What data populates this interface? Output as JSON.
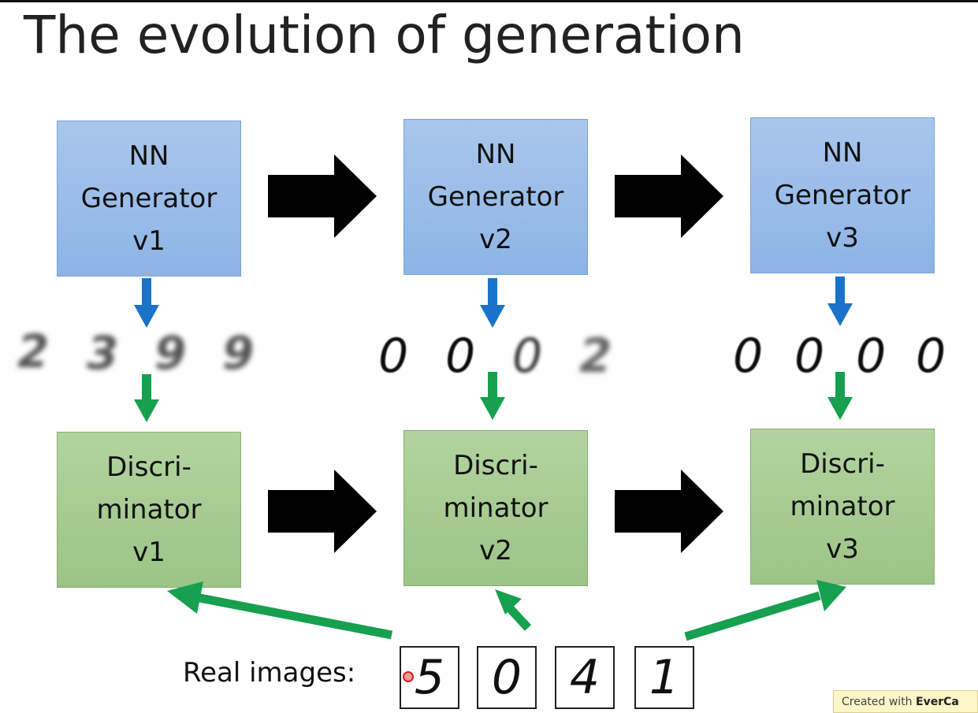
{
  "title": "The evolution of generation",
  "generators": [
    {
      "line1": "NN",
      "line2": "Generator",
      "line3": "v1"
    },
    {
      "line1": "NN",
      "line2": "Generator",
      "line3": "v2"
    },
    {
      "line1": "NN",
      "line2": "Generator",
      "line3": "v3"
    }
  ],
  "discriminators": [
    {
      "line1": "Discri-",
      "line2": "minator",
      "line3": "v1"
    },
    {
      "line1": "Discri-",
      "line2": "minator",
      "line3": "v2"
    },
    {
      "line1": "Discri-",
      "line2": "minator",
      "line3": "v3"
    }
  ],
  "generated_samples": [
    [
      "2",
      "3",
      "9",
      "9"
    ],
    [
      "0",
      "0",
      "0",
      "2"
    ],
    [
      "0",
      "0",
      "0",
      "0"
    ]
  ],
  "real_images": {
    "label": "Real images:",
    "digits": [
      "5",
      "0",
      "4",
      "1"
    ]
  },
  "watermark": {
    "prefix": "Created with ",
    "brand": "EverCa"
  },
  "colors": {
    "generator_fill": "#9bbde9",
    "discriminator_fill": "#a8cc92",
    "down_arrow_blue": "#1a73c8",
    "arrow_green": "#16a04f",
    "progress_arrow": "#000000"
  }
}
